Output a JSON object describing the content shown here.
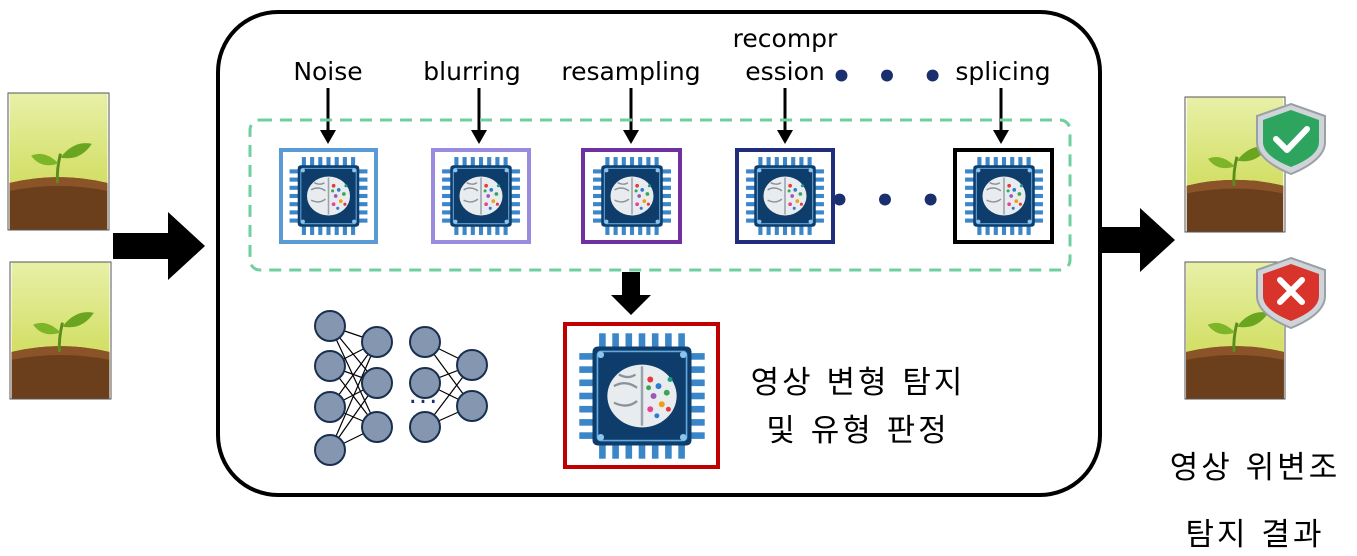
{
  "stages": [
    {
      "label": "Noise",
      "color": "#5b9bd5"
    },
    {
      "label": "blurring",
      "color": "#9a8ae0"
    },
    {
      "label": "resampling",
      "color": "#7030a0"
    },
    {
      "label_line1": "recompr",
      "label_line2": "ession",
      "color": "#1f2d7a"
    },
    {
      "label": "splicing",
      "color": "#000000"
    }
  ],
  "ellipsis": "• • •",
  "nn_ellipsis": "...",
  "detector": {
    "line1": "영상 변형 탐지",
    "line2": "및 유형 판정",
    "color": "#c00000"
  },
  "result": {
    "line1": "영상 위변조",
    "line2": "탐지 결과"
  },
  "colors": {
    "dashed_box": "#6fcf9f",
    "shield_ok": "#2ea55f",
    "shield_bad": "#d9342b",
    "chip": "#0e3d6b"
  }
}
